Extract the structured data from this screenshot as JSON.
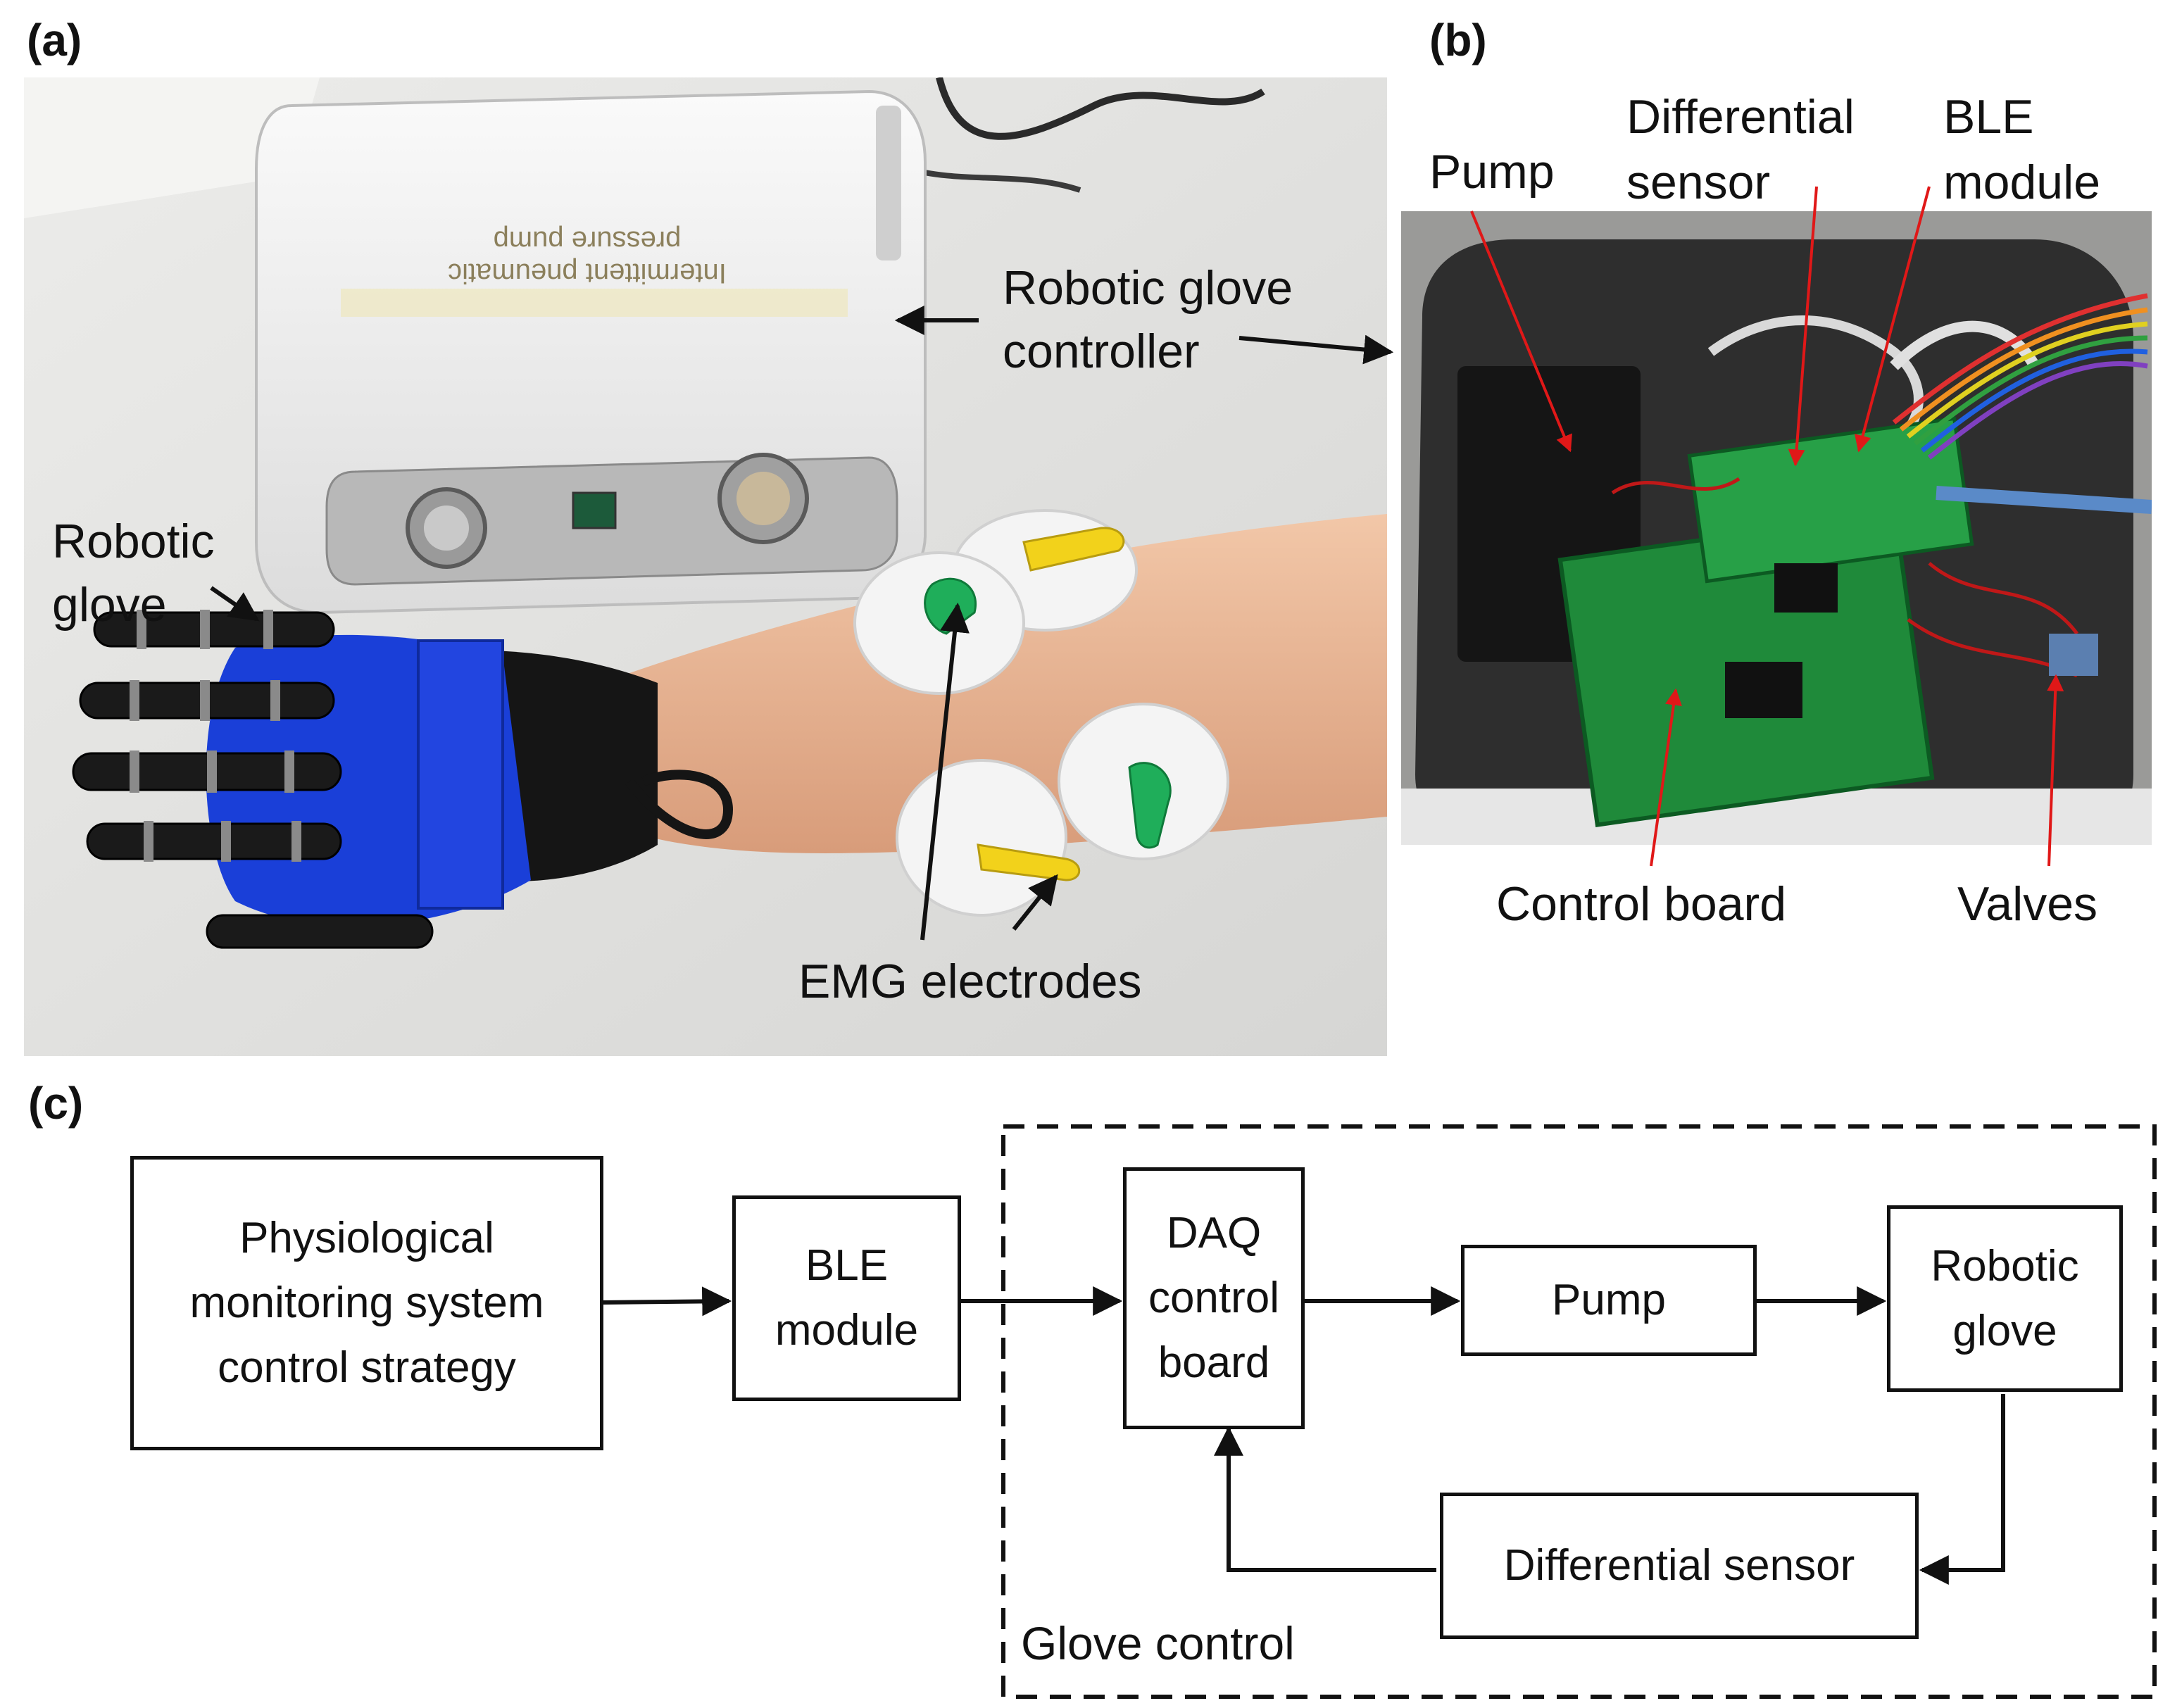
{
  "panels": {
    "a": {
      "letter": "(a)"
    },
    "b": {
      "letter": "(b)"
    },
    "c": {
      "letter": "(c)"
    }
  },
  "photo_a": {
    "device_label": "Intermittent pneumatic pressure pump",
    "labels": {
      "robotic_glove_controller_line1": "Robotic glove",
      "robotic_glove_controller_line2": "controller",
      "robotic_glove_line1": "Robotic",
      "robotic_glove_line2": "glove",
      "emg_electrodes": "EMG electrodes"
    }
  },
  "photo_b": {
    "labels": {
      "pump": "Pump",
      "differential_sensor_line1": "Differential",
      "differential_sensor_line2": "sensor",
      "ble_module_line1": "BLE",
      "ble_module_line2": "module",
      "control_board": "Control board",
      "valves": "Valves"
    }
  },
  "flowchart": {
    "boxes": {
      "physiological": "Physiological\nmonitoring system\ncontrol strategy",
      "ble": "BLE\nmodule",
      "daq": "DAQ\ncontrol\nboard",
      "pump": "Pump",
      "glove": "Robotic\nglove",
      "sensor": "Differential sensor"
    },
    "group_label": "Glove control"
  },
  "colors": {
    "annotation_red": "#e01818",
    "glove_blue": "#1a3fd8",
    "pcb_green": "#1f8a3a",
    "electrode_yellow": "#f2d21b",
    "electrode_green": "#1fae5a"
  }
}
